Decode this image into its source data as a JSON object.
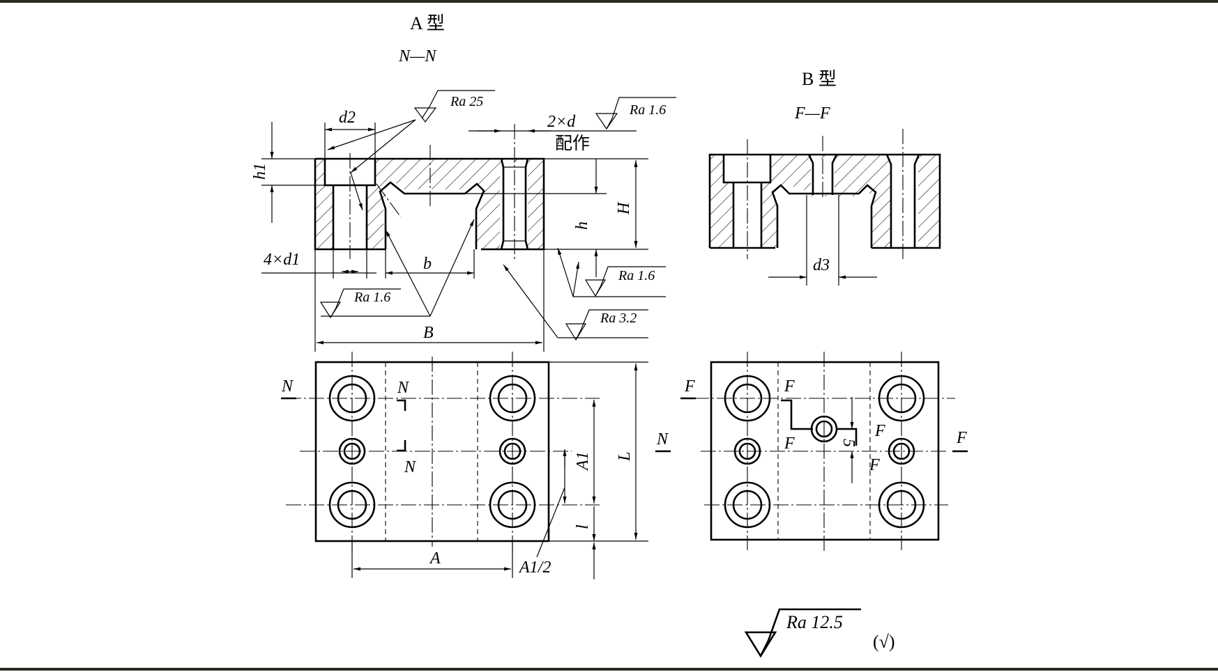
{
  "views": {
    "type_a_title": "A 型",
    "type_a_section": "N—N",
    "type_b_title": "B 型",
    "type_b_section": "F—F"
  },
  "roughness": {
    "ra25": "Ra 25",
    "ra16_top": "Ra 1.6",
    "ra16_left": "Ra 1.6",
    "ra16_right": "Ra 1.6",
    "ra32": "Ra 3.2",
    "ra125": "Ra 12.5",
    "rest_symbol": "(√)"
  },
  "dimensions": {
    "d2": "d2",
    "two_d": "2×d",
    "peizuo": "配作",
    "h1": "h1",
    "h": "h",
    "H": "H",
    "four_d1": "4×d1",
    "b": "b",
    "B": "B",
    "d3": "d3",
    "L": "L",
    "A1": "A1",
    "l": "l",
    "A": "A",
    "A1_half": "A1/2",
    "five": "5"
  },
  "section_marks": {
    "N": "N",
    "F": "F"
  }
}
